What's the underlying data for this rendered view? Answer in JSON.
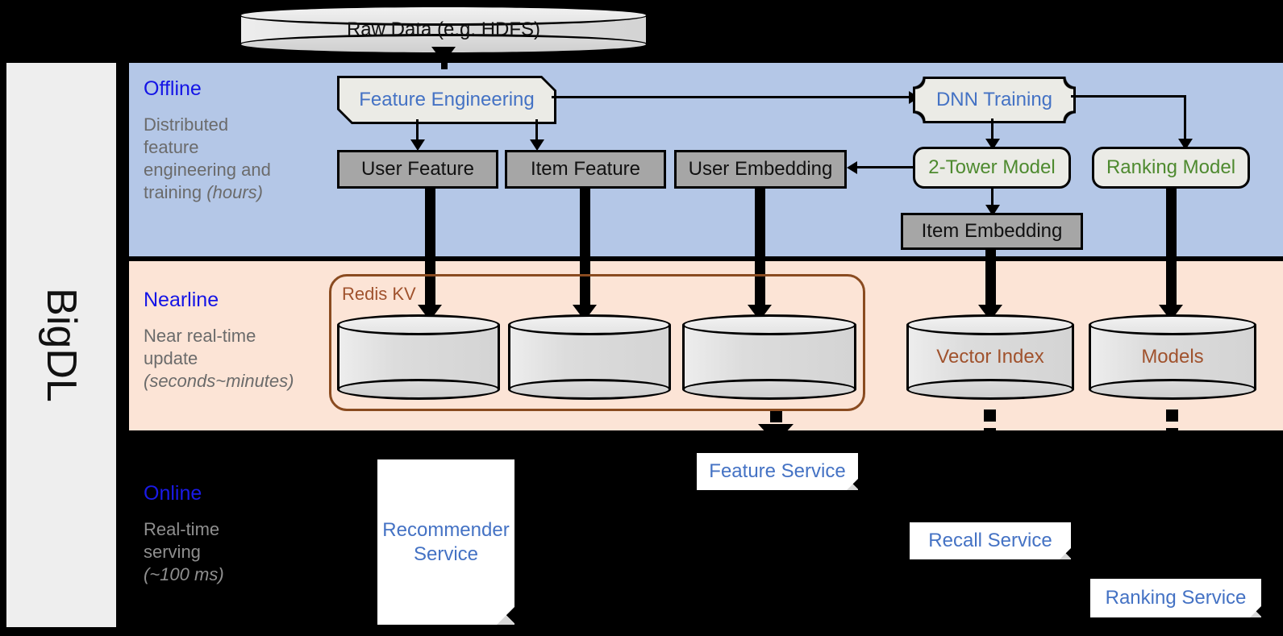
{
  "framework": {
    "name": "BigDL"
  },
  "source": {
    "label": "Raw Data (e.g. HDFS)"
  },
  "bands": {
    "offline": {
      "title": "Offline",
      "subtitle_line1": "Distributed",
      "subtitle_line2": "feature",
      "subtitle_line3": "engineering and",
      "subtitle_line4": "training ",
      "subtitle_em": "(hours)"
    },
    "nearline": {
      "title": "Nearline",
      "subtitle_line1": "Near real-time",
      "subtitle_line2": "update",
      "subtitle_em": "(seconds~minutes)"
    },
    "online": {
      "title": "Online",
      "subtitle_line1": "Real-time",
      "subtitle_line2": "serving",
      "subtitle_em": "(~100 ms)"
    }
  },
  "offline_nodes": {
    "feature_engineering": "Feature Engineering",
    "dnn_training": "DNN Training",
    "user_feature": "User Feature",
    "item_feature": "Item Feature",
    "user_embedding": "User Embedding",
    "two_tower_model": "2-Tower Model",
    "ranking_model": "Ranking Model",
    "item_embedding": "Item Embedding"
  },
  "nearline_nodes": {
    "redis_group": "Redis KV",
    "store_1": "",
    "store_2": "",
    "store_3": "",
    "vector_index": "Vector Index",
    "models": "Models"
  },
  "online_nodes": {
    "recommender_service_l1": "Recommender",
    "recommender_service_l2": "Service",
    "feature_service": "Feature Service",
    "recall_service": "Recall Service",
    "ranking_service": "Ranking Service"
  },
  "colors": {
    "offline_band": "#b4c7e7",
    "nearline_band": "#fce4d6",
    "online_band": "#000000",
    "band_title": "#1414e6",
    "band_subtitle": "#6b6b6b",
    "node_blue_text": "#4472c4",
    "node_green_text": "#4e8a2f",
    "redis_outline": "#8a4b20",
    "cylinder_label": "#a0522d",
    "gray_box_fill": "#a6a6a6",
    "light_box_fill": "#ebebe6",
    "rail_fill": "#eeeeee"
  }
}
